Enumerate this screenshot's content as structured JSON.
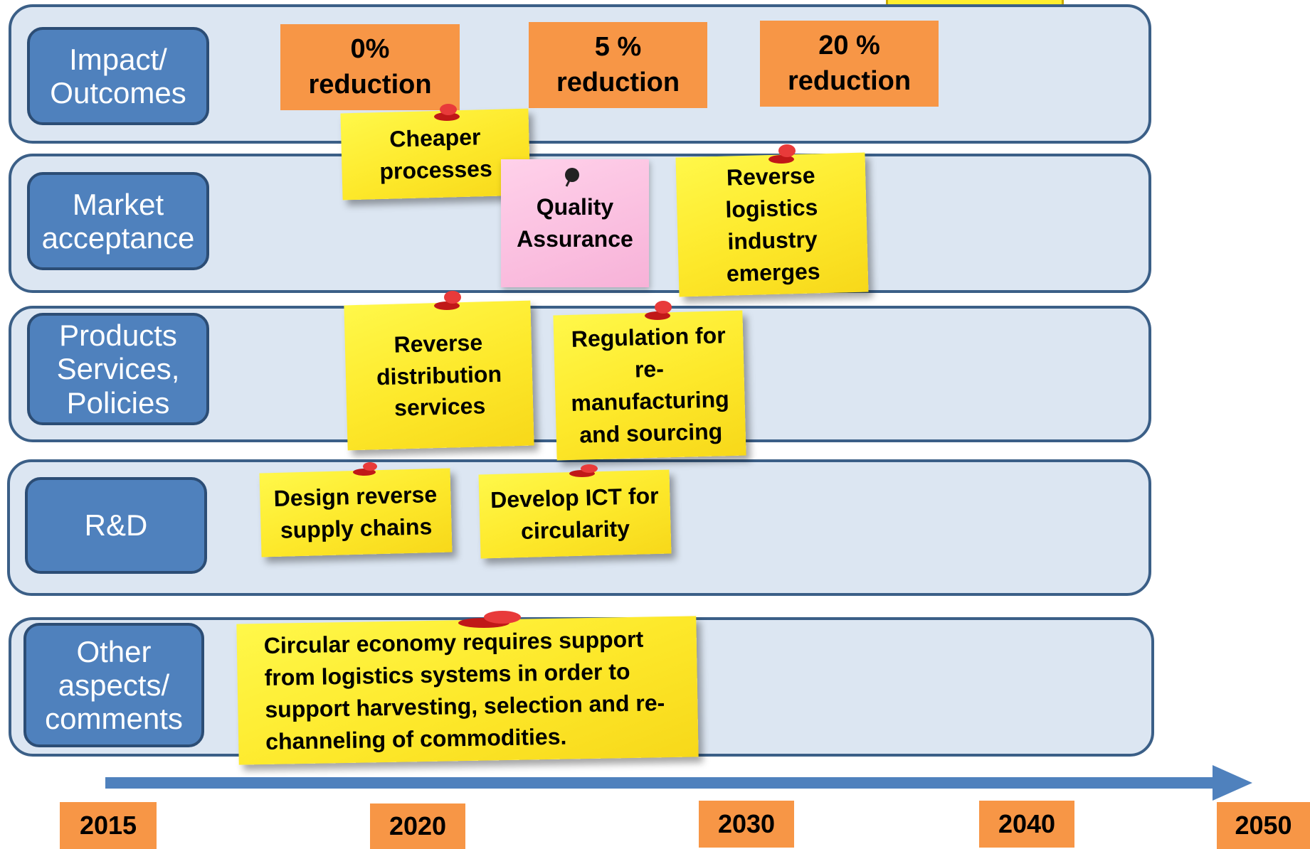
{
  "lanes": [
    {
      "id": "impact",
      "label": "Impact/\nOutcomes"
    },
    {
      "id": "market",
      "label": "Market\nacceptance"
    },
    {
      "id": "products",
      "label": "Products\nServices,\nPolicies"
    },
    {
      "id": "rnd",
      "label": "R&D"
    },
    {
      "id": "other",
      "label": "Other\naspects/\ncomments"
    }
  ],
  "impact_boxes": [
    "0%\nreduction",
    "5 %\nreduction",
    "20 %\nreduction"
  ],
  "notes": {
    "cheaper_processes": "Cheaper\nprocesses",
    "quality_assurance": "Quality\nAssurance",
    "reverse_logistics": "Reverse\nlogistics\nindustry\nemerges",
    "reverse_distribution": "Reverse\ndistribution\nservices",
    "regulation": "Regulation for\nre-\nmanufacturing\nand sourcing",
    "design_reverse": "Design reverse\nsupply chains",
    "develop_ict": "Develop ICT for\ncircularity",
    "circular_economy": "Circular economy requires support\nfrom logistics systems in order to\nsupport harvesting, selection and re-\nchanneling of commodities."
  },
  "timeline": {
    "years": [
      "2015",
      "2020",
      "2030",
      "2040",
      "2050"
    ]
  },
  "colors": {
    "lane_fill": "#dce6f2",
    "lane_border": "#3b5f87",
    "label_fill": "#4f81bd",
    "orange": "#f79646",
    "sticky_yellow": "#fde82a",
    "sticky_pink": "#f7b2d8",
    "arrow": "#4f81bd",
    "pin_red": "#e02020"
  }
}
